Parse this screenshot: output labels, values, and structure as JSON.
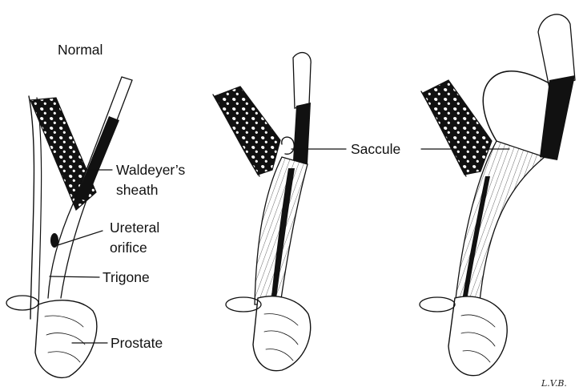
{
  "figure": {
    "panels": [
      {
        "title": "Normal"
      },
      {
        "title": ""
      },
      {
        "title": ""
      }
    ],
    "labels": {
      "waldeyer_line1": "Waldeyer’s",
      "waldeyer_line2": "sheath",
      "ureteral_line1": "Ureteral",
      "ureteral_line2": "orifice",
      "trigone": "Trigone",
      "prostate": "Prostate",
      "saccule_middle": "Saccule"
    },
    "signature": "L.V.B."
  }
}
